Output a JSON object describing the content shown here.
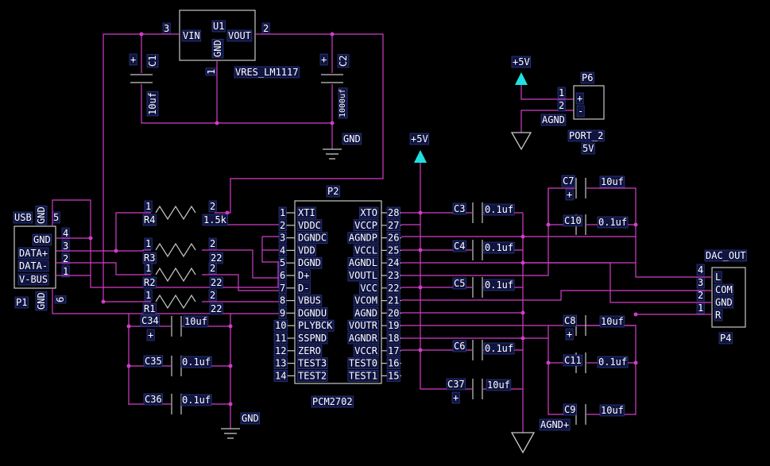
{
  "chip_u1": {
    "ref": "U1",
    "name": "VRES_LM1117",
    "vin": "VIN",
    "vout": "VOUT",
    "gnd": "GND",
    "pin_vin": "3",
    "pin_vout": "2",
    "pin_gnd": "1"
  },
  "chip_p2": {
    "ref": "P2",
    "name": "PCM2702",
    "left_pins": [
      {
        "n": "1",
        "label": "XTI"
      },
      {
        "n": "2",
        "label": "VDDC"
      },
      {
        "n": "3",
        "label": "DGNDC"
      },
      {
        "n": "4",
        "label": "VDD"
      },
      {
        "n": "5",
        "label": "DGND"
      },
      {
        "n": "6",
        "label": "D+"
      },
      {
        "n": "7",
        "label": "D-"
      },
      {
        "n": "8",
        "label": "VBUS"
      },
      {
        "n": "9",
        "label": "DGNDU"
      },
      {
        "n": "10",
        "label": "PLYBCK"
      },
      {
        "n": "11",
        "label": "SSPND"
      },
      {
        "n": "12",
        "label": "ZERO"
      },
      {
        "n": "13",
        "label": "TEST3"
      },
      {
        "n": "14",
        "label": "TEST2"
      }
    ],
    "right_pins": [
      {
        "n": "28",
        "label": "XTO"
      },
      {
        "n": "27",
        "label": "VCCP"
      },
      {
        "n": "26",
        "label": "AGNDP"
      },
      {
        "n": "25",
        "label": "VCCL"
      },
      {
        "n": "24",
        "label": "AGNDL"
      },
      {
        "n": "23",
        "label": "VOUTL"
      },
      {
        "n": "22",
        "label": "VCC"
      },
      {
        "n": "21",
        "label": "VCOM"
      },
      {
        "n": "20",
        "label": "AGND"
      },
      {
        "n": "19",
        "label": "VOUTR"
      },
      {
        "n": "18",
        "label": "AGNDR"
      },
      {
        "n": "17",
        "label": "VCCR"
      },
      {
        "n": "16",
        "label": "TEST0"
      },
      {
        "n": "15",
        "label": "TEST1"
      }
    ]
  },
  "usb_p1": {
    "ref": "P1",
    "title": "USB",
    "gnd_top": "GND",
    "gnd_bottom": "GND",
    "pin5": "5",
    "pin6": "6",
    "pins": [
      {
        "n": "4",
        "label": "GND"
      },
      {
        "n": "3",
        "label": "DATA+"
      },
      {
        "n": "2",
        "label": "DATA-"
      },
      {
        "n": "1",
        "label": "V-BUS"
      }
    ]
  },
  "port_p6": {
    "ref": "P6",
    "name": "PORT_2",
    "value": "5V",
    "power": "+5V",
    "gnd_net": "AGND",
    "pin1": "1",
    "pin2": "2",
    "plus": "+",
    "minus": "-"
  },
  "dac_p4": {
    "ref": "P4",
    "title": "DAC_OUT",
    "pins": [
      {
        "n": "4",
        "label": "L"
      },
      {
        "n": "3",
        "label": "COM"
      },
      {
        "n": "2",
        "label": "GND"
      },
      {
        "n": "1",
        "label": "R"
      }
    ]
  },
  "resistors": [
    {
      "ref": "R4",
      "value": "1.5k",
      "p1": "1",
      "p2": "2"
    },
    {
      "ref": "R3",
      "value": "22",
      "p1": "1",
      "p2": "2"
    },
    {
      "ref": "R2",
      "value": "22",
      "p1": "1",
      "p2": "2"
    },
    {
      "ref": "R1",
      "value": "22",
      "p1": "1",
      "p2": "2"
    }
  ],
  "capacitors": {
    "c1": {
      "ref": "C1",
      "value": "10uf"
    },
    "c2": {
      "ref": "C2",
      "value": "1000uf"
    },
    "c3": {
      "ref": "C3",
      "value": "0.1uf"
    },
    "c4": {
      "ref": "C4",
      "value": "0.1uf"
    },
    "c5": {
      "ref": "C5",
      "value": "0.1uf"
    },
    "c6": {
      "ref": "C6",
      "value": "0.1uf"
    },
    "c37": {
      "ref": "C37",
      "value": "10uf"
    },
    "c7": {
      "ref": "C7",
      "value": "10uf"
    },
    "c10": {
      "ref": "C10",
      "value": "0.1uf"
    },
    "c8": {
      "ref": "C8",
      "value": "10uf"
    },
    "c11": {
      "ref": "C11",
      "value": "0.1uf"
    },
    "c9": {
      "ref": "C9",
      "value": "10uf"
    },
    "c34": {
      "ref": "C34",
      "value": "10uf"
    },
    "c35": {
      "ref": "C35",
      "value": "0.1uf"
    },
    "c36": {
      "ref": "C36",
      "value": "0.1uf"
    }
  },
  "nets": {
    "gnd": "GND",
    "agnd": "AGND",
    "agnd_plus": "AGND+",
    "plus5v": "+5V",
    "plus": "+"
  }
}
